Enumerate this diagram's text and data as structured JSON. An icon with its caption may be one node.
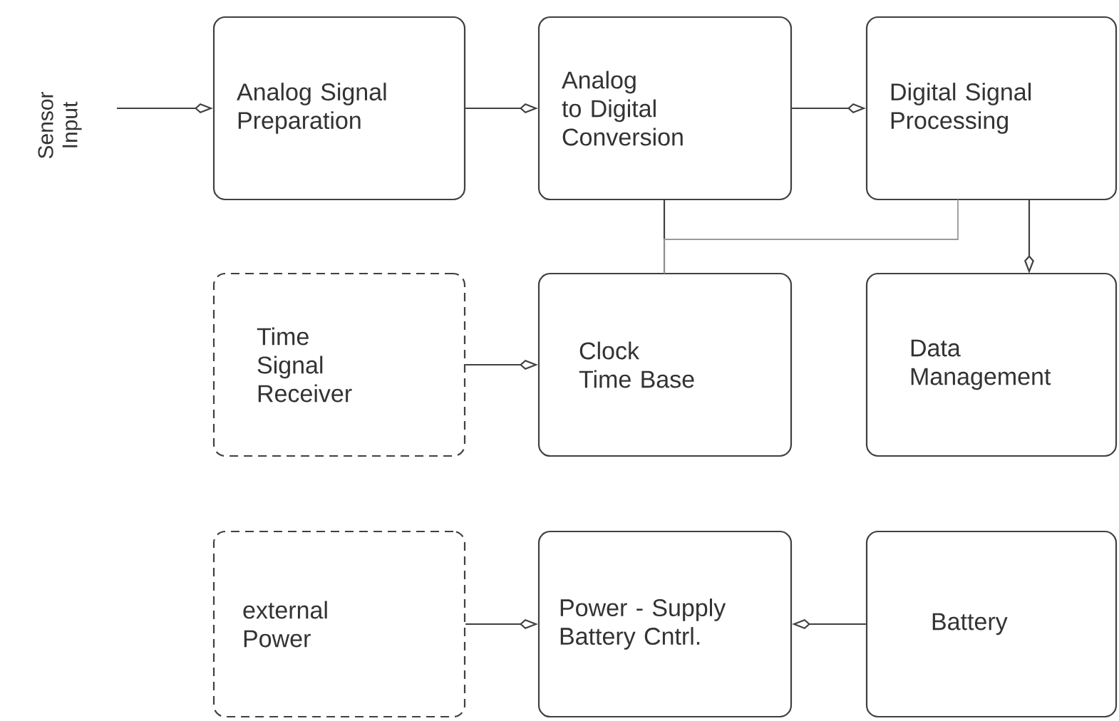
{
  "diagram": {
    "nodes": [
      {
        "text": [
          "Sensor Input"
        ]
      },
      {
        "text": [
          "Analog Signal Preparation"
        ]
      },
      {
        "text": [
          "Analog to Digital Conversion"
        ]
      },
      {
        "text": [
          "Digital Signal Processing"
        ]
      },
      {
        "text": [
          "Time Signal Receiver"
        ]
      },
      {
        "text": [
          "Clock Time Base"
        ]
      },
      {
        "text": [
          "Data Management"
        ]
      },
      {
        "text": [
          "external Power"
        ]
      },
      {
        "text": [
          "Power - Supply Battery Cntrl."
        ]
      },
      {
        "text": [
          "Battery"
        ]
      }
    ],
    "edges": [
      {
        "from": 0,
        "to": 1,
        "arrow": "to"
      },
      {
        "from": 1,
        "to": 2,
        "arrow": "to"
      },
      {
        "from": 2,
        "to": 3,
        "arrow": "to"
      },
      {
        "from": 3,
        "to": 6,
        "arrow": "to"
      },
      {
        "from": 4,
        "to": 5,
        "arrow": "to"
      },
      {
        "from": 5,
        "to": 2,
        "arrow": "none"
      },
      {
        "from": 5,
        "to": 3,
        "arrow": "none",
        "color": "#9a9a9a"
      },
      {
        "from": 7,
        "to": 8,
        "arrow": "to"
      },
      {
        "from": 9,
        "to": 8,
        "arrow": "to"
      }
    ]
  }
}
